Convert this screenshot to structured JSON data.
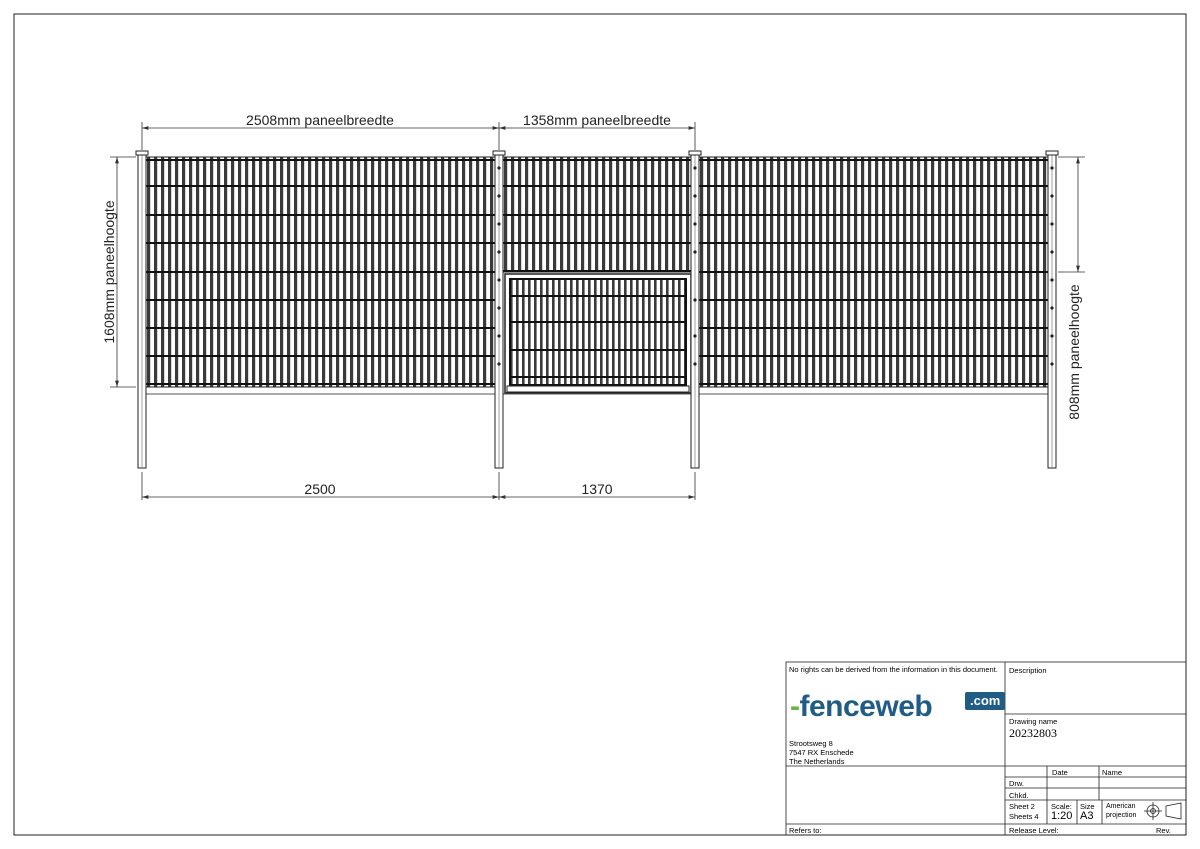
{
  "drawing": {
    "dim_panel_width_left": "2508mm paneelbreedte",
    "dim_panel_width_right": "1358mm paneelbreedte",
    "dim_panel_height_left": "1608mm paneelhoogte",
    "dim_panel_height_right": "808mm paneelhoogte",
    "dim_bottom_left": "2500",
    "dim_bottom_right": "1370"
  },
  "title_block": {
    "disclaimer": "No rights can be derived from the information in this document.",
    "logo_dash": "-",
    "logo_word": "fenceweb",
    "logo_com": ".com",
    "address_line1": "Strootsweg 8",
    "address_line2": "7547 RX  Enschede",
    "address_line3": "The Netherlands",
    "description_label": "Description",
    "drawing_name_label": "Drawing name",
    "drawing_name_value": "20232803",
    "date_label": "Date",
    "name_label": "Name",
    "drw_label": "Drw.",
    "chkd_label": "Chkd.",
    "sheet_label": "Sheet  2",
    "sheets_label": "Sheets 4",
    "scale_label": "Scale:",
    "scale_value": "1:20",
    "size_label": "Size",
    "size_value": "A3",
    "projection_line1": "American",
    "projection_line2": "projection",
    "refers_to_label": "Refers to:",
    "release_level_label": "Release Level:",
    "rev_label": "Rev."
  }
}
